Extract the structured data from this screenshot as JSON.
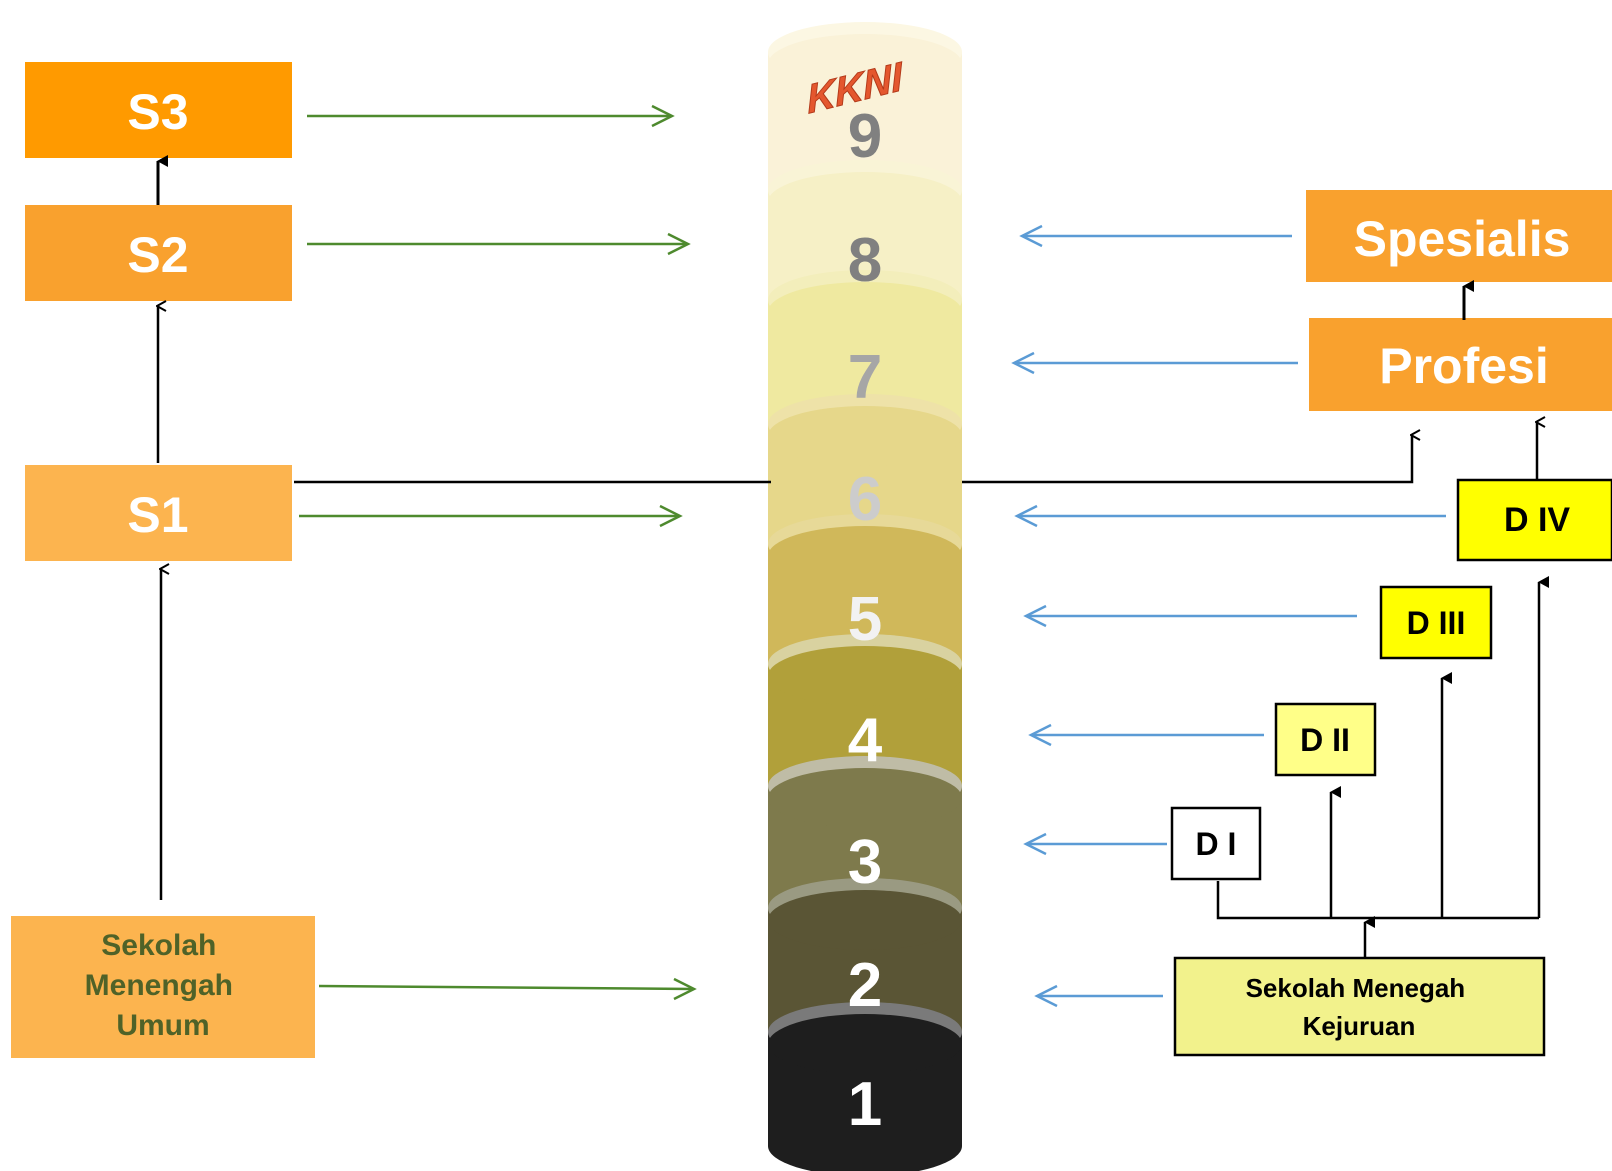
{
  "kkni": {
    "title": "KKNI",
    "levels": [
      "1",
      "2",
      "3",
      "4",
      "5",
      "6",
      "7",
      "8",
      "9"
    ]
  },
  "academic": {
    "s3": "S3",
    "s2": "S2",
    "s1": "S1",
    "sekolah_umum": [
      "Sekolah",
      "Menengah",
      "Umum"
    ]
  },
  "professional": {
    "spesialis": "Spesialis",
    "profesi": "Profesi"
  },
  "vocational": {
    "d4": "D IV",
    "d3": "D III",
    "d2": "D II",
    "d1": "D I",
    "smk": [
      "Sekolah Menegah",
      "Kejuruan"
    ]
  },
  "colors": {
    "academic_dark": "#FF9A00",
    "academic_mid": "#F9A12E",
    "academic_light": "#FCB44F",
    "smu_text": "#4F6228",
    "vocational_fill": "#FFFF00",
    "vocational_light": "#F2F28C",
    "academic_arrow": "#4E8A2E",
    "vocational_arrow": "#5B9BD5"
  }
}
